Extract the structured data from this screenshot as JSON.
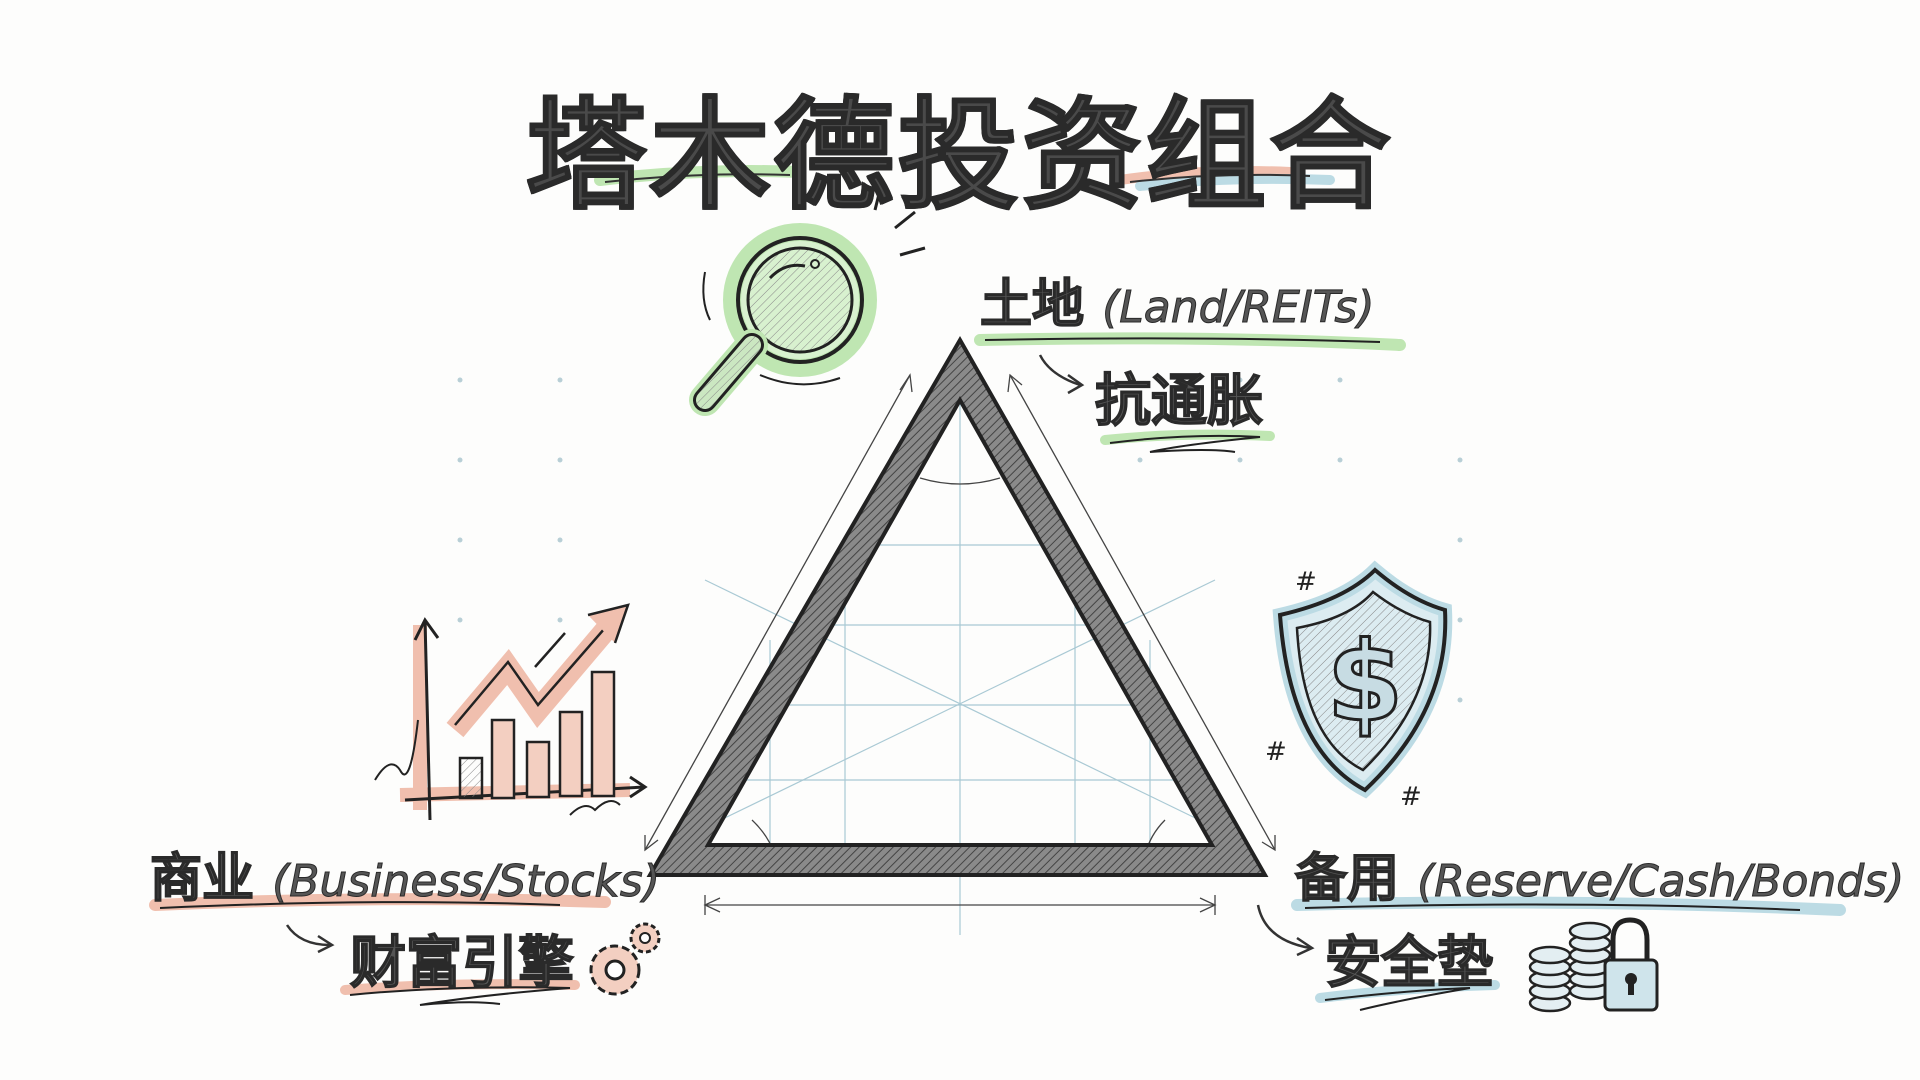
{
  "title": "塔木德投资组合",
  "colors": {
    "land_accent": "#9fdb8f",
    "business_accent": "#e8a892",
    "reserve_accent": "#9cc8d6",
    "ink": "#2a2a2a",
    "grid": "#a9c9d4",
    "background": "#fdfdfc"
  },
  "corners": {
    "land": {
      "label_cn": "土地",
      "label_en": "(Land/REITs)",
      "benefit": "抗通胀",
      "icon": "magnifying-glass-icon"
    },
    "business": {
      "label_cn": "商业",
      "label_en": "(Business/Stocks)",
      "benefit": "财富引擎",
      "icon": "growth-chart-icon",
      "benefit_icon": "gears-icon"
    },
    "reserve": {
      "label_cn": "备用",
      "label_en": "(Reserve/Cash/Bonds)",
      "benefit": "安全垫",
      "icon": "shield-dollar-icon",
      "benefit_icon": "coins-lock-icon"
    }
  }
}
